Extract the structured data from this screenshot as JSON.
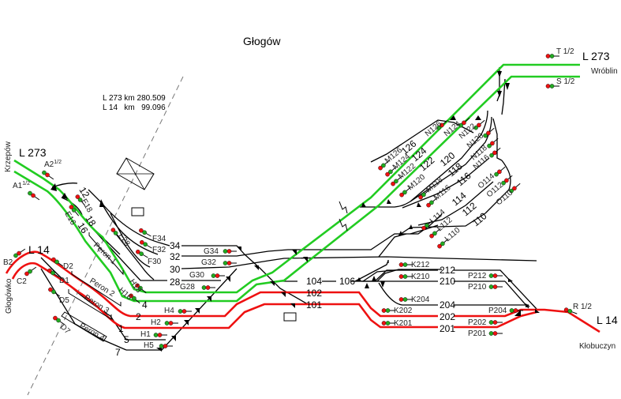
{
  "title": "Głogów",
  "colors": {
    "l273": "#22cc22",
    "l14": "#ee1111",
    "track": "#000000",
    "signal_red": "#ee1111",
    "signal_green": "#22aa22"
  },
  "km_marker": {
    "line1": "L 273 km 280.509",
    "line2": "L 14   km   99.096"
  },
  "lines": {
    "l273_west": "L 273",
    "l273_east": "L 273",
    "l14_west": "L 14",
    "l14_east": "L 14"
  },
  "destinations": {
    "krzepow": "Krzepów",
    "glogowko": "Głogówko",
    "wroblin": "Wróblin",
    "klobuczyn": "Kłobuczyn"
  },
  "tracks": {
    "t12": "12",
    "t18": "18",
    "t16": "16",
    "t34": "34",
    "t32": "32",
    "t30": "30",
    "t28": "28",
    "t4": "4",
    "t2": "2",
    "t1": "1",
    "t5": "5",
    "t7": "7",
    "t104": "104",
    "t102": "102",
    "t101": "101",
    "t106": "106",
    "t126": "126",
    "t124": "124",
    "t122": "122",
    "t120": "120",
    "t118": "118",
    "t116": "116",
    "t114": "114",
    "t112": "112",
    "t110": "110",
    "t212": "212",
    "t210": "210",
    "t204": "204",
    "t202": "202",
    "t201": "201"
  },
  "platforms": {
    "p1": "Peron 1",
    "p2": "Peron 2",
    "p3": "Peron 3",
    "p4": "Peron 4"
  },
  "signals": {
    "A1": "A1",
    "A1sup": "1/2",
    "A2": "A2",
    "A2sup": "1/2",
    "B2": "B2",
    "C2": "C2",
    "D1": "D1",
    "D2": "D2",
    "D5": "D5",
    "D7": "D7",
    "E16": "E16",
    "E18": "E18",
    "F28": "F28",
    "F30": "F30",
    "F32": "F32",
    "F34": "F34",
    "G28": "G28",
    "G30": "G30",
    "G32": "G32",
    "G34": "G34",
    "H1": "H1",
    "H2": "H2",
    "H4": "H4",
    "H5": "H5",
    "H16": "H16",
    "H18": "H18",
    "M126": "M126",
    "M124": "M124",
    "M122": "M122",
    "M120": "M120",
    "M118": "M118",
    "M116": "M116",
    "N126": "N126",
    "N124": "N124",
    "N122": "N122",
    "N120": "N120",
    "N118": "N118",
    "N116": "N116",
    "L114": "L114",
    "L112": "L112",
    "L110": "L110",
    "O114": "O114",
    "O112": "O112",
    "O110": "O110",
    "K212": "K212",
    "K210": "K210",
    "K204": "K204",
    "K202": "K202",
    "K201": "K201",
    "P212": "P212",
    "P210": "P210",
    "P204": "P204",
    "P202": "P202",
    "P201": "P201",
    "T": "T 1/2",
    "S": "S 1/2",
    "R": "R 1/2"
  }
}
